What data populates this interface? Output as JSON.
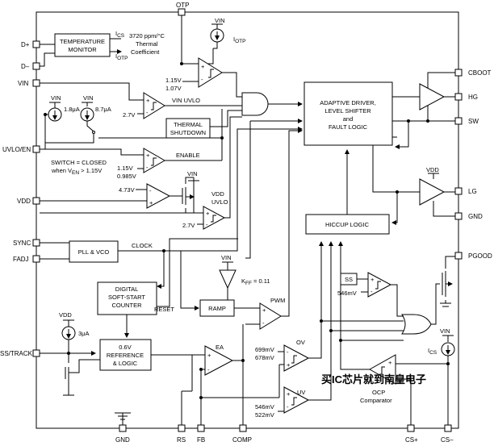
{
  "pins": {
    "otp": "OTP",
    "dplus": "D+",
    "dminus": "D–",
    "vin": "VIN",
    "uvlo_en": "UVLO/EN",
    "vdd": "VDD",
    "sync": "SYNC",
    "fadj": "FADJ",
    "ss_track": "SS/TRACK",
    "gnd": "GND",
    "rs": "RS",
    "fb": "FB",
    "comp": "COMP",
    "cs_plus": "CS+",
    "cs_minus": "CS–",
    "cboot": "CBOOT",
    "hg": "HG",
    "sw": "SW",
    "lg": "LG",
    "gnd_right": "GND",
    "pgood": "PGOOD"
  },
  "blocks": {
    "temp_monitor": [
      "TEMPERATURE",
      "MONITOR"
    ],
    "thermal_shutdown": [
      "THERMAL",
      "SHUTDOWN"
    ],
    "adaptive_driver": [
      "ADAPTIVE DRIVER,",
      "LEVEL SHIFTER",
      "and",
      "FAULT LOGIC"
    ],
    "pll_vco": "PLL & VCO",
    "soft_start": [
      "DIGITAL",
      "SOFT-START",
      "COUNTER"
    ],
    "reference": [
      "0.6V",
      "REFERENCE",
      "& LOGIC"
    ],
    "ramp": "RAMP",
    "hiccup": "HICCUP LOGIC",
    "ss_small": "SS"
  },
  "labels": {
    "ics": "I",
    "ics_sub": "CS",
    "iotp": "I",
    "iotp_sub": "OTP",
    "temp_coeff": [
      "3720 ppm/°C",
      "Thermal",
      "Coefficient"
    ],
    "vin_top": "VIN",
    "iotp_src": "I",
    "iotp_src_sub": "OTP",
    "otp_th1": "1.15V",
    "otp_th2": "1.07V",
    "vin_uvlo": "VIN UVLO",
    "uvlo_th": "2.7V",
    "vin_s1": "VIN",
    "vin_s2": "VIN",
    "cur1": "1.8μA",
    "cur2": "8.7μA",
    "switch_note1": "SWITCH = CLOSED",
    "switch_note2a": "when V",
    "switch_note2_sub": "EN",
    "switch_note2b": " > 1.15V",
    "en_th1": "1.15V",
    "en_th2": "0.985V",
    "enable": "ENABLE",
    "vin_ldo": "VIN",
    "ldo_ref": "4.73V",
    "vdd_uvlo1": "VDD",
    "vdd_uvlo2": "UVLO",
    "vdd_uvlo_th": "2.7V",
    "clock": "CLOCK",
    "vin_ramp": "VIN",
    "kff": "K",
    "kff_sub": "FF",
    "kff_val": " = 0.11",
    "reset": "RESET",
    "pwm": "PWM",
    "vdd_ss": "VDD",
    "cur_ss": "3μA",
    "ea": "EA",
    "ov": "OV",
    "ov_th1": "699mV",
    "ov_th2": "678mV",
    "uv": "UV",
    "uv_th1": "546mV",
    "uv_th2": "522mV",
    "ss_th": "546mV",
    "vdd_lg": "VDD",
    "vin_cs": "VIN",
    "ics_src": "I",
    "ics_src_sub": "CS",
    "ocp1": "OCP",
    "ocp2": "Comparator",
    "watermark": "买IC芯片就到南皇电子"
  }
}
